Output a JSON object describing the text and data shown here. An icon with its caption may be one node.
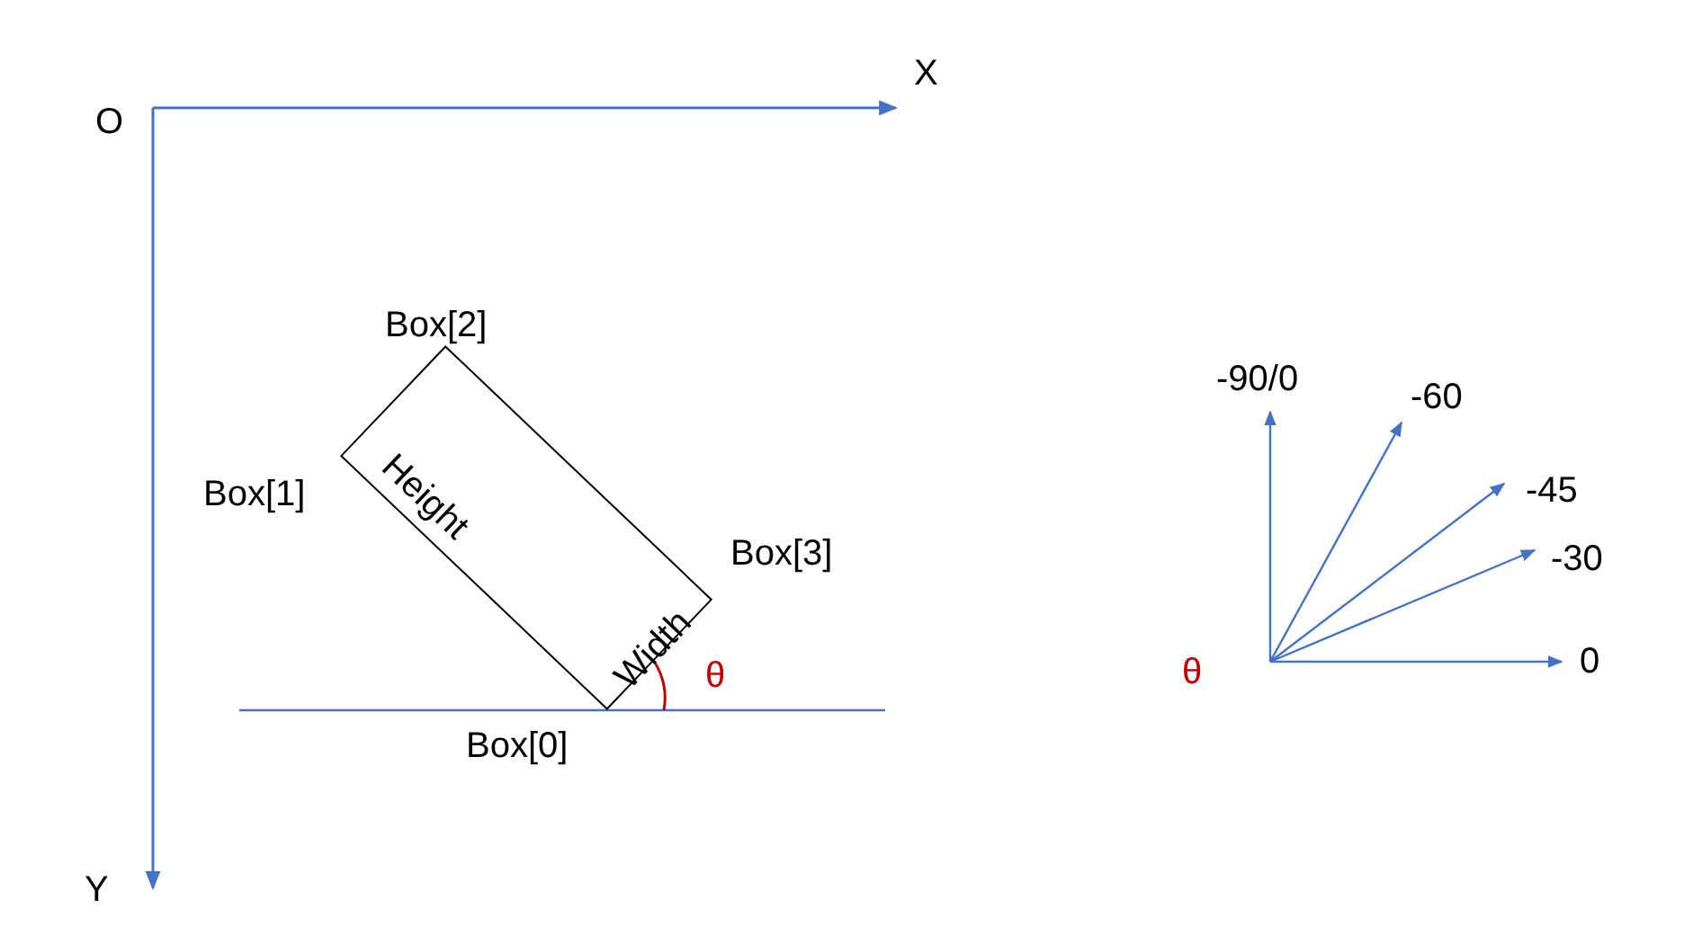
{
  "diagram": {
    "nodes": [
      {
        "text": [
          "Height",
          "Width"
        ],
        "beside": [
          "Box[2]",
          "Box[1]",
          "Box[3]",
          "Box[0]"
        ]
      }
    ],
    "edges": [],
    "labels": [
      "O",
      "X",
      "Y",
      "θ",
      "-90/0",
      "-60",
      "-45",
      "-30",
      "θ",
      "0"
    ]
  }
}
